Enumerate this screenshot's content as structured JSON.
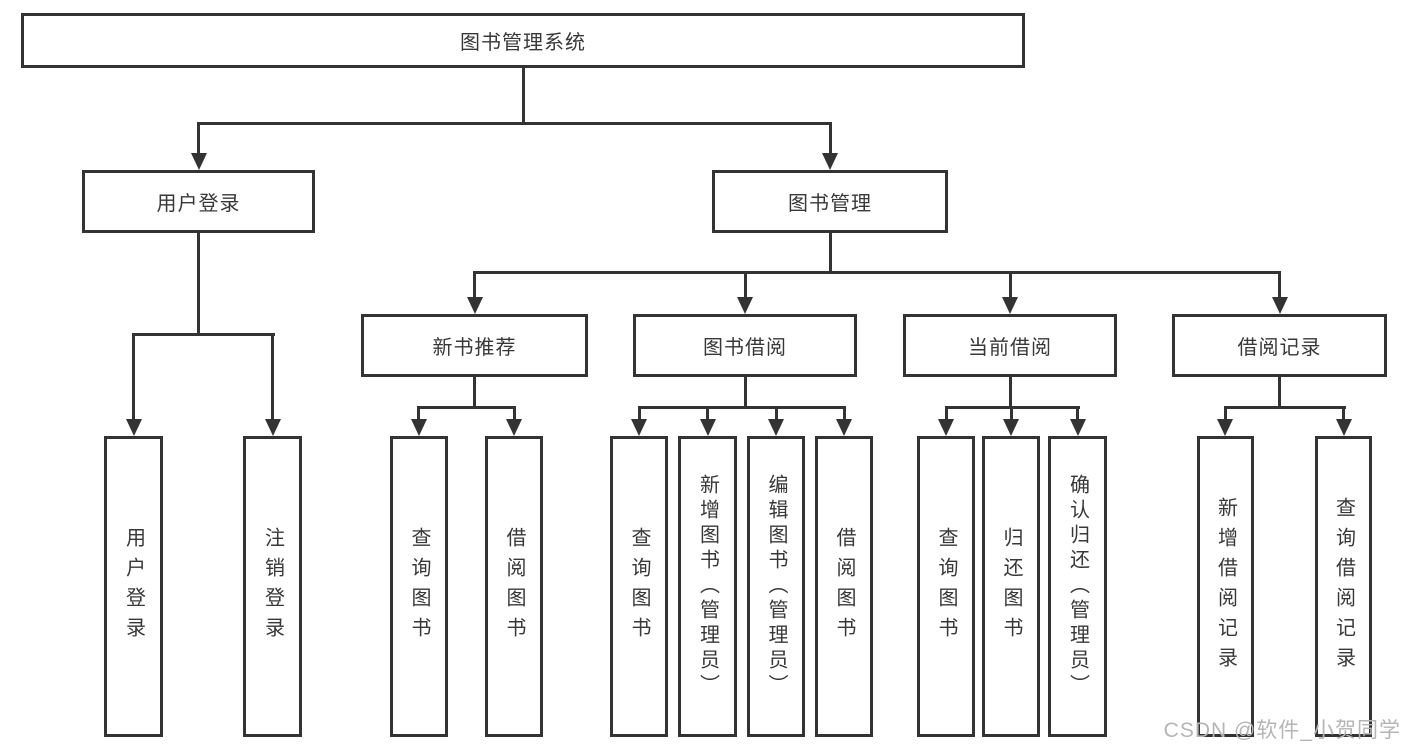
{
  "diagram": {
    "type": "hierarchy-flowchart",
    "title": "图书管理系统",
    "colors": {
      "line": "#333333",
      "text": "#383838",
      "box_background": "#ffffff",
      "watermark": "#b5b5b5"
    },
    "watermark": "CSDN @软件_小贺同学",
    "tree": {
      "label": "图书管理系统",
      "children": [
        {
          "label": "用户登录",
          "children": [
            {
              "label": "用户登录"
            },
            {
              "label": "注销登录"
            }
          ]
        },
        {
          "label": "图书管理",
          "children": [
            {
              "label": "新书推荐",
              "children": [
                {
                  "label": "查询图书"
                },
                {
                  "label": "借阅图书"
                }
              ]
            },
            {
              "label": "图书借阅",
              "children": [
                {
                  "label": "查询图书"
                },
                {
                  "label": "新增图书（管理员）"
                },
                {
                  "label": "编辑图书（管理员）"
                },
                {
                  "label": "借阅图书"
                }
              ]
            },
            {
              "label": "当前借阅",
              "children": [
                {
                  "label": "查询图书"
                },
                {
                  "label": "归还图书"
                },
                {
                  "label": "确认归还（管理员）"
                }
              ]
            },
            {
              "label": "借阅记录",
              "children": [
                {
                  "label": "新增借阅记录"
                },
                {
                  "label": "查询借阅记录"
                }
              ]
            }
          ]
        }
      ]
    }
  }
}
